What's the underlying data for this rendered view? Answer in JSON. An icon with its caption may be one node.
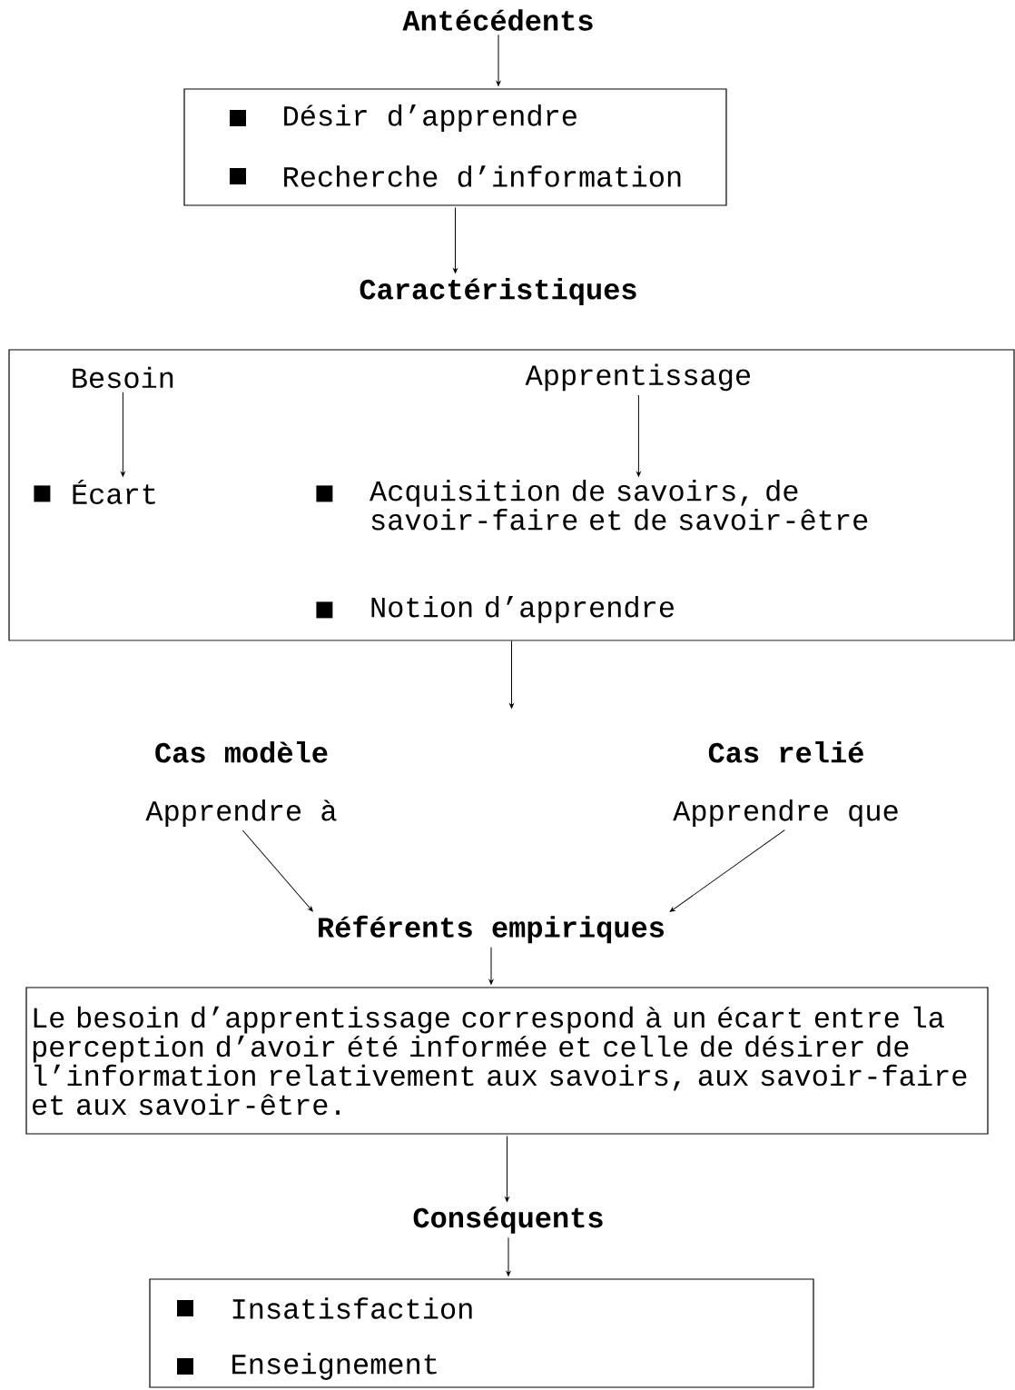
{
  "diagram": {
    "nodes": [
      {
        "text": [
          "Antécédents"
        ]
      },
      {
        "text": [
          "Désir d’apprendre",
          "Recherche d’information"
        ]
      },
      {
        "text": [
          "Caractéristiques"
        ]
      },
      {
        "text": [],
        "shape": "box"
      },
      {
        "text": [
          "Besoin"
        ],
        "in": 3
      },
      {
        "text": [
          "Apprentissage"
        ],
        "in": 3
      },
      {
        "text": [
          "Écart"
        ],
        "in": 3
      },
      {
        "text": [
          "Acquisition de savoirs, de savoir-faire et de savoir-être"
        ],
        "in": 3
      },
      {
        "text": [
          "Notion d’apprendre"
        ],
        "in": 3
      },
      {
        "text": [
          "Cas modèle",
          "Apprendre à"
        ]
      },
      {
        "text": [
          "Cas relié",
          "Apprendre que"
        ]
      },
      {
        "text": [
          "Référents empiriques"
        ]
      },
      {
        "text": [
          "Le besoin d’apprentissage correspond à un écart entre la perception d’avoir été informée et celle de désirer de l’information relativement aux savoirs, aux savoir-faire et aux savoir-être."
        ]
      },
      {
        "text": [
          "Conséquents"
        ]
      },
      {
        "text": [
          "Insatisfaction",
          "Enseignement"
        ]
      }
    ],
    "edges": [
      {
        "from": 0,
        "to": 1,
        "arrow": "to"
      },
      {
        "from": 1,
        "to": 2,
        "arrow": "to"
      },
      {
        "from": 4,
        "to": 6,
        "arrow": "to"
      },
      {
        "from": 5,
        "to": 7,
        "arrow": "to"
      },
      {
        "from": 3,
        "to": null,
        "arrow": "to"
      },
      {
        "from": 9,
        "to": 11,
        "arrow": "to"
      },
      {
        "from": 10,
        "to": 11,
        "arrow": "to"
      },
      {
        "from": 11,
        "to": 12,
        "arrow": "to"
      },
      {
        "from": 12,
        "to": 13,
        "arrow": "to"
      },
      {
        "from": 13,
        "to": 14,
        "arrow": "to"
      }
    ]
  }
}
